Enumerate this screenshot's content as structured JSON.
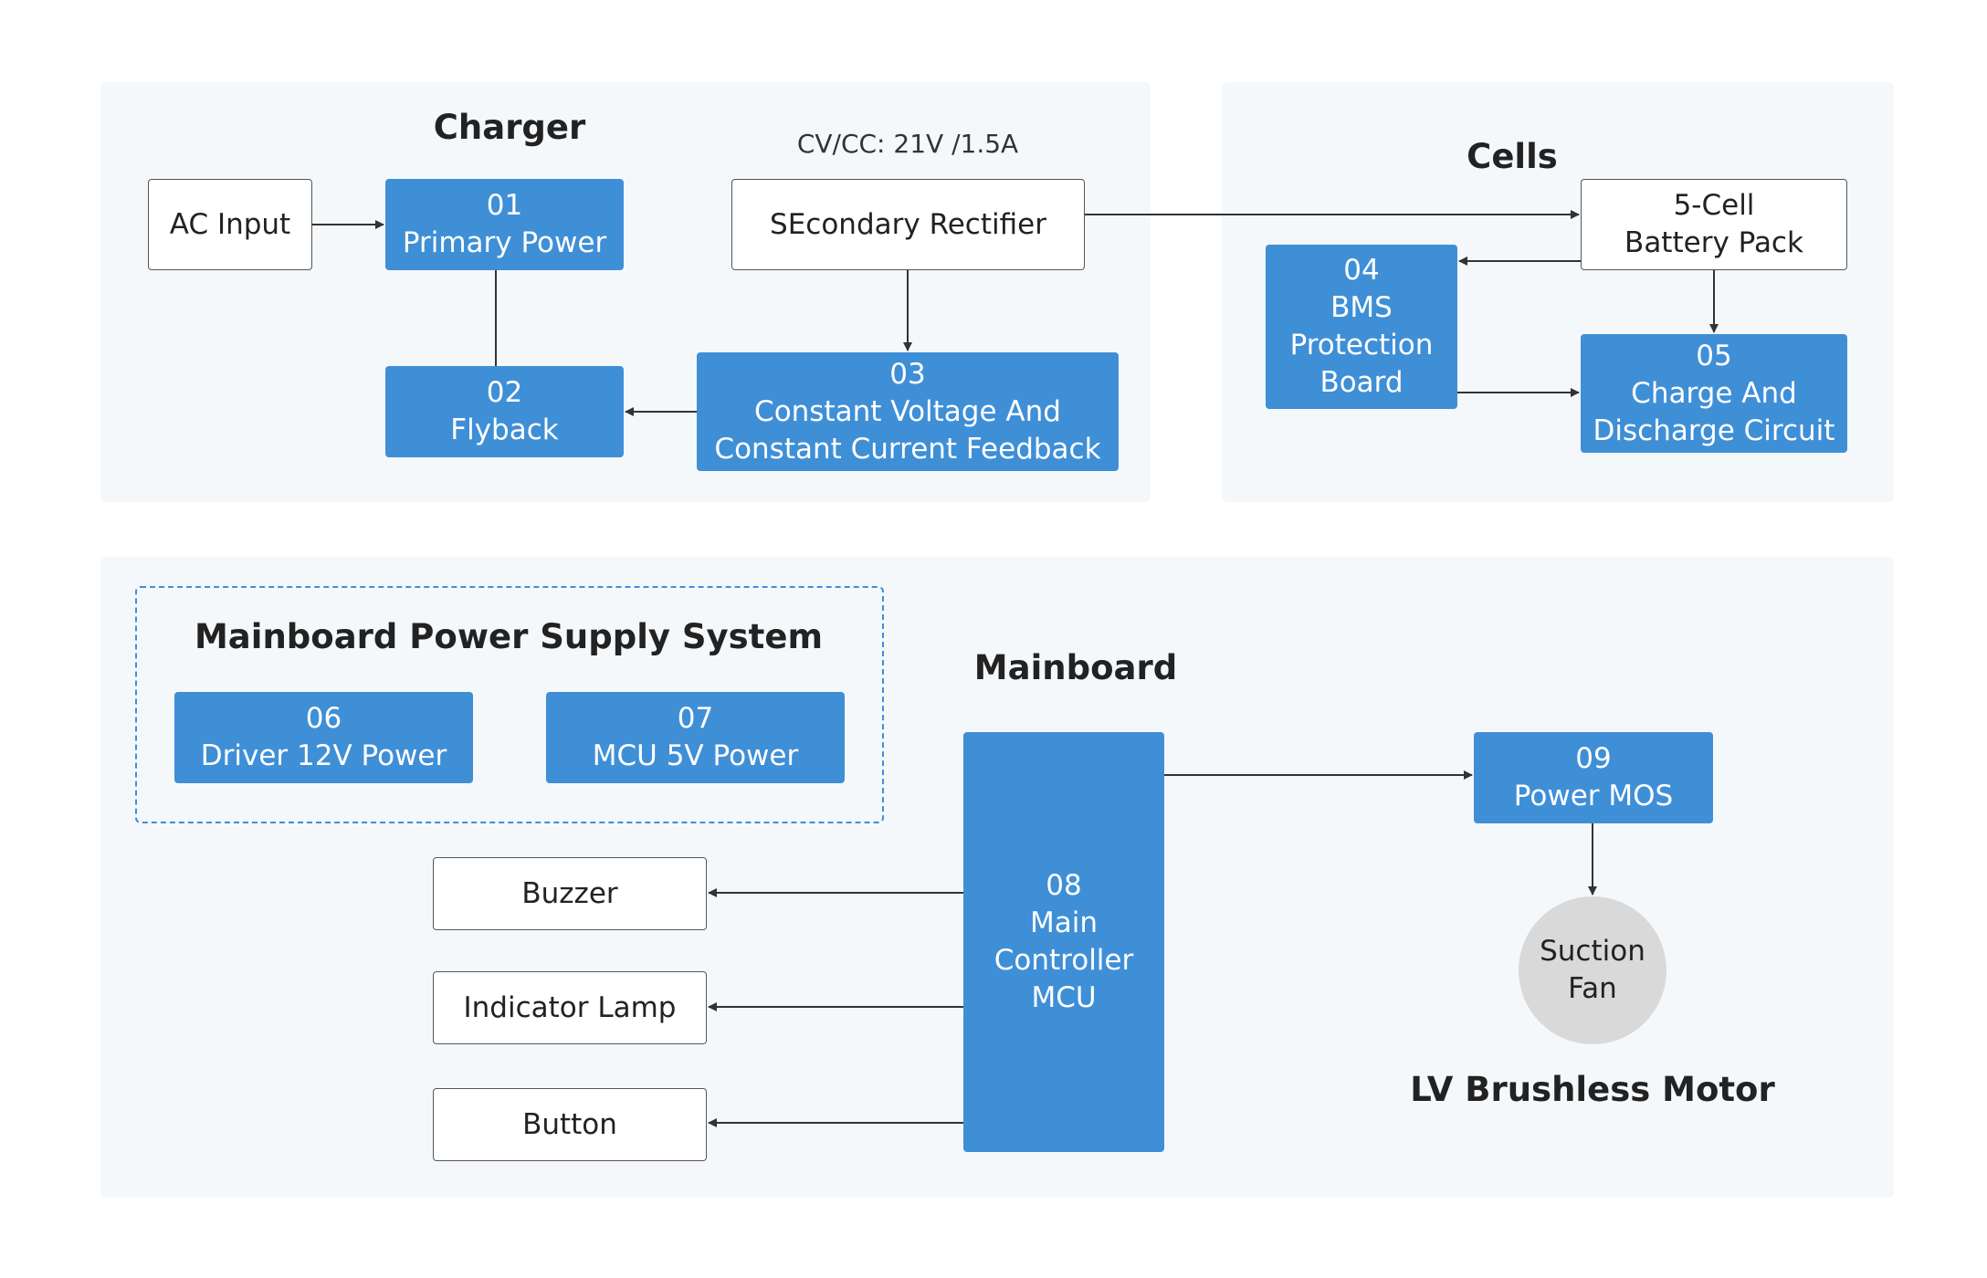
{
  "sections": {
    "charger": {
      "title": "Charger",
      "note": "CV/CC: 21V /1.5A"
    },
    "cells": {
      "title": "Cells"
    },
    "mainboard": {
      "title": "Mainboard"
    },
    "power_supply": {
      "title": "Mainboard Power Supply System"
    },
    "motor": {
      "title": "LV Brushless Motor"
    }
  },
  "nodes": {
    "ac_input": {
      "lines": [
        "AC Input"
      ]
    },
    "primary_power": {
      "lines": [
        "01",
        "Primary Power"
      ]
    },
    "flyback": {
      "lines": [
        "02",
        "Flyback"
      ]
    },
    "secondary_rectifier": {
      "lines": [
        "SEcondary Rectifier"
      ]
    },
    "cv_cc_feedback": {
      "lines": [
        "03",
        "Constant Voltage And",
        "Constant Current Feedback"
      ]
    },
    "battery_pack": {
      "lines": [
        "5-Cell",
        "Battery Pack"
      ]
    },
    "bms": {
      "lines": [
        "04",
        "BMS",
        "Protection",
        "Board"
      ]
    },
    "charge_discharge": {
      "lines": [
        "05",
        "Charge And",
        "Discharge Circuit"
      ]
    },
    "driver_power": {
      "lines": [
        "06",
        "Driver 12V Power"
      ]
    },
    "mcu_power": {
      "lines": [
        "07",
        "MCU 5V Power"
      ]
    },
    "main_controller": {
      "lines": [
        "08",
        "Main",
        "Controller",
        "MCU"
      ]
    },
    "power_mos": {
      "lines": [
        "09",
        "Power MOS"
      ]
    },
    "suction_fan": {
      "lines": [
        "Suction",
        "Fan"
      ]
    },
    "buzzer": {
      "lines": [
        "Buzzer"
      ]
    },
    "indicator_lamp": {
      "lines": [
        "Indicator Lamp"
      ]
    },
    "button": {
      "lines": [
        "Button"
      ]
    }
  },
  "colors": {
    "panel_bg": "#f5f8fb",
    "accent_blue": "#3f8fd7",
    "connector": "#333333",
    "fan_grey": "#d9d9d9"
  }
}
